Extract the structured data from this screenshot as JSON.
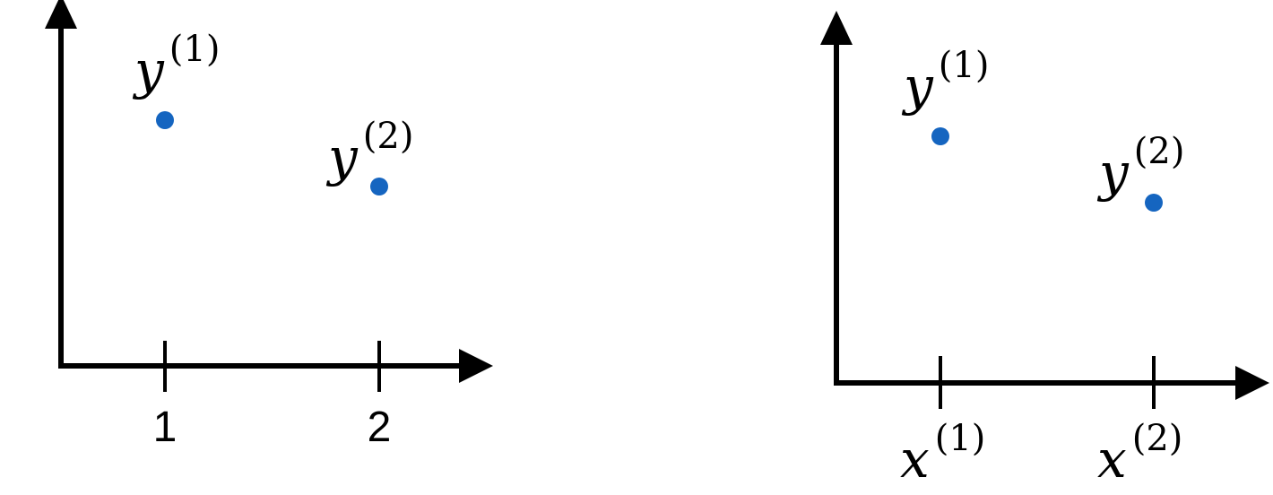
{
  "colors": {
    "axis": "#000000",
    "point": "#1565c0",
    "background": "#ffffff"
  },
  "panels": [
    {
      "id": "left",
      "ticks": [
        {
          "label": "1"
        },
        {
          "label": "2"
        }
      ],
      "points": [
        {
          "var": "y",
          "sup": "(1)"
        },
        {
          "var": "y",
          "sup": "(2)"
        }
      ]
    },
    {
      "id": "right",
      "ticks": [
        {
          "var": "x",
          "sup": "(1)"
        },
        {
          "var": "x",
          "sup": "(2)"
        }
      ],
      "points": [
        {
          "var": "y",
          "sup": "(1)"
        },
        {
          "var": "y",
          "sup": "(2)"
        }
      ]
    }
  ]
}
